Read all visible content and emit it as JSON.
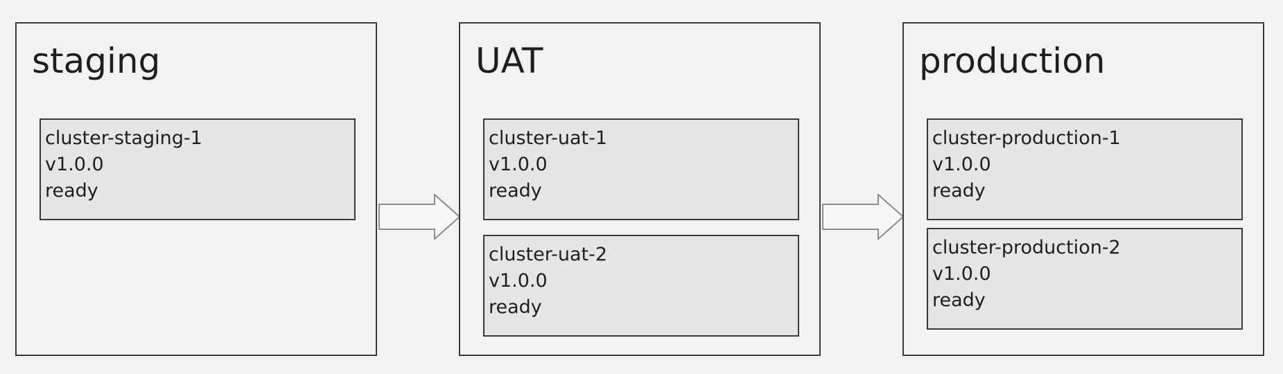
{
  "stages": [
    {
      "title": "staging",
      "clusters": [
        {
          "name": "cluster-staging-1",
          "version": "v1.0.0",
          "status": "ready"
        }
      ]
    },
    {
      "title": "UAT",
      "clusters": [
        {
          "name": "cluster-uat-1",
          "version": "v1.0.0",
          "status": "ready"
        },
        {
          "name": "cluster-uat-2",
          "version": "v1.0.0",
          "status": "ready"
        }
      ]
    },
    {
      "title": "production",
      "clusters": [
        {
          "name": "cluster-production-1",
          "version": "v1.0.0",
          "status": "ready"
        },
        {
          "name": "cluster-production-2",
          "version": "v1.0.0",
          "status": "ready"
        }
      ]
    }
  ],
  "colors": {
    "background": "#f2f2f2",
    "cluster_fill": "#e5e5e5",
    "border": "#3a3a3a",
    "arrow_stroke": "#8c8c8c",
    "text": "#1e1e1e"
  }
}
